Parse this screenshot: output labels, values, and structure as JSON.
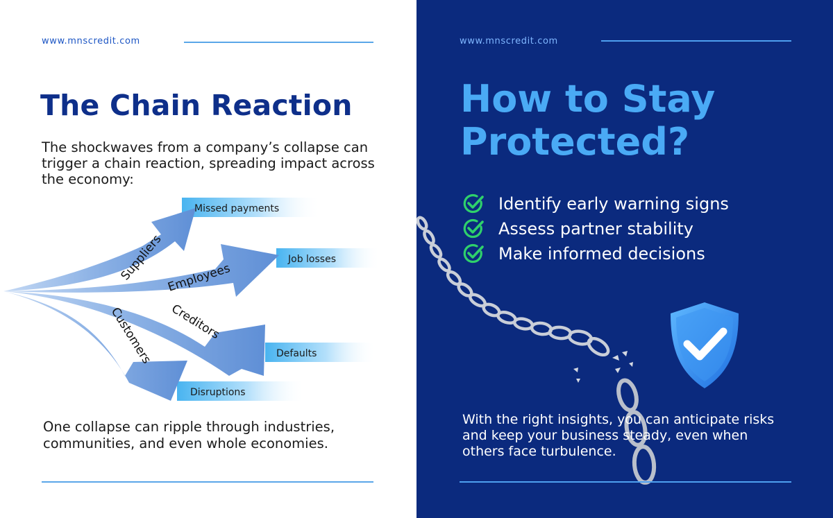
{
  "left": {
    "url": "www.mnscredit.com",
    "title": "The Chain Reaction",
    "intro": "The shockwaves from a company’s collapse can trigger a chain reaction, spreading impact across the economy:",
    "diagram": {
      "branches": [
        "Suppliers",
        "Employees",
        "Creditors",
        "Customers"
      ],
      "effects": [
        "Missed payments",
        "Job losses",
        "Defaults",
        "Disruptions"
      ]
    },
    "closing": "One collapse can ripple through industries, communities, and even whole economies."
  },
  "right": {
    "url": "www.mnscredit.com",
    "title_line1": "How to Stay",
    "title_line2": "Protected?",
    "checklist": [
      "Identify early warning signs",
      "Assess partner stability",
      "Make informed decisions"
    ],
    "closing": "With the right insights, you can anticipate risks and keep your business steady, even when others face turbulence."
  },
  "colors": {
    "navy_title": "#0e2f8a",
    "right_background": "#0b2a7e",
    "accent_blue": "#4aaaf5",
    "check_green": "#2fd16b"
  },
  "icons": [
    "check-circle-icon",
    "broken-chain-icon",
    "shield-check-icon"
  ]
}
